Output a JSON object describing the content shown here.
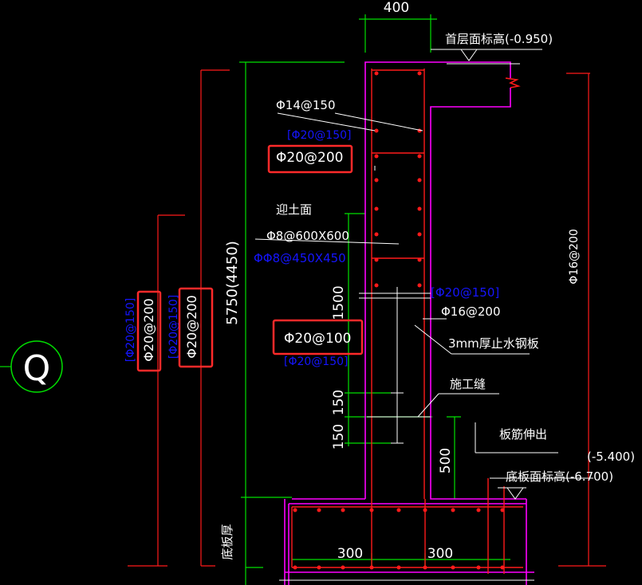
{
  "drawing": {
    "dims": {
      "top_width": "400",
      "wall_height": "5750(4450)",
      "bottom_slab_1": "300",
      "bottom_slab_2": "300",
      "seg_1": "1500",
      "seg_2": "150",
      "seg_3": "150",
      "seg_4": "500"
    },
    "labels": {
      "ground_floor_elev": "首层面标高(-0.950)",
      "rebar_top": "Φ14@150",
      "rebar_blue_1": "[Φ20@150]",
      "rebar_box_1": "Φ20@200",
      "soil_face": "迎土面",
      "tie_1": "Φ8@600X600",
      "tie_2": "ΦΦ8@450X450",
      "rebar_blue_2": "[Φ20@150]",
      "rebar_inner": "Φ16@200",
      "rebar_box_2": "Φ20@100",
      "rebar_blue_3": "[Φ20@150]",
      "waterstop": "3mm厚止水钢板",
      "const_joint": "施工缝",
      "slab_extend": "板筋伸出",
      "elev_neg_5400": "(-5.400)",
      "base_elev": "底板面标高(-6.700)",
      "slab_thick": "底板厚",
      "right_rebar": "Φ16@200",
      "left_blue_1": "[Φ20@150]",
      "left_box_1": "Φ20@200",
      "left_blue_2": "[Φ20@150]",
      "left_box_2": "Φ20@200",
      "grid_axis": "Q"
    },
    "colors": {
      "background": "#000000",
      "concrete_outline": "#ff00ff",
      "rebar": "#ff1a1a",
      "dimension": "#00ff00",
      "text": "#ffffff",
      "alt_text": "#1515ff",
      "highlight_box": "#ff2a2a"
    }
  }
}
